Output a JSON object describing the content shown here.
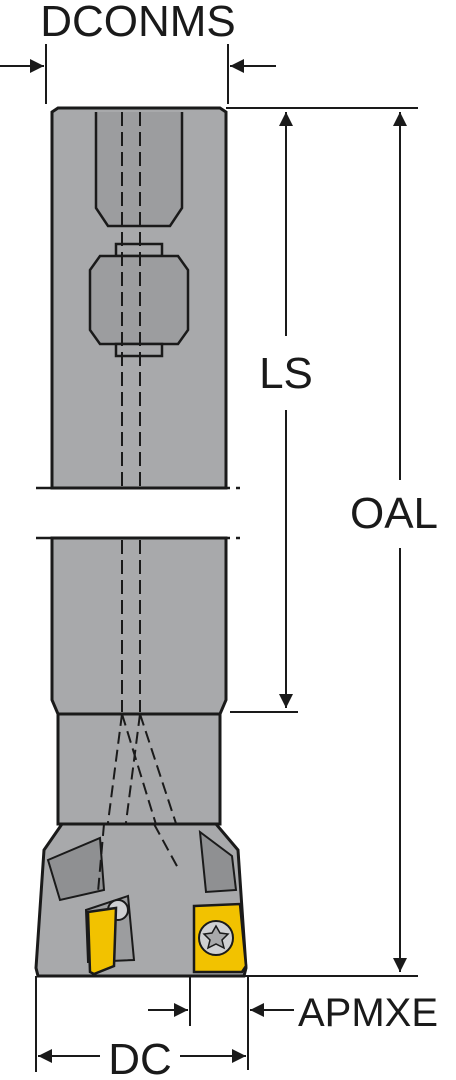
{
  "dimensions": {
    "dconms": "DCONMS",
    "ls": "LS",
    "oal": "OAL",
    "apmxe": "APMXE",
    "dc": "DC"
  },
  "colors": {
    "body": "#a8a9ab",
    "body_dark": "#8f9092",
    "outline": "#1a1a1a",
    "insert": "#f2c200",
    "screw": "#cfd0d2"
  }
}
